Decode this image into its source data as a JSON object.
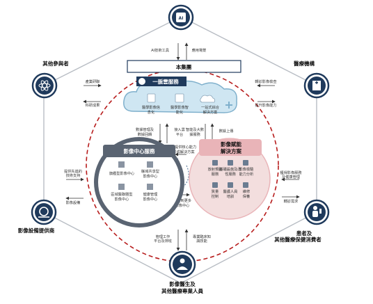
{
  "nodes": {
    "ai": {
      "line1": "",
      "line2": ""
    },
    "participants": {
      "line1": "其他參與者",
      "line2": ""
    },
    "medical": {
      "line1": "醫療機構",
      "line2": ""
    },
    "equipment": {
      "line1": "影像設備提供商",
      "line2": ""
    },
    "patients": {
      "line1": "患者及",
      "line2": "其他醫療保健消費者"
    },
    "doctors": {
      "line1": "影像醫生及",
      "line2": "其他醫療專業人員"
    }
  },
  "edges": {
    "ai_left": "AI技術工具",
    "ai_right": "應用場景",
    "part_1": "產業研聯",
    "part_2": "科研成果",
    "med_1": "轉診影像檢查",
    "med_2": "提升影像能力",
    "equip_1": "提供先進的",
    "equip_1b": "技術支持",
    "equip_2": "影像設備",
    "pat_1": "獲得影像服務",
    "pat_1b": "及健康管理",
    "pat_2": "轉診需求",
    "doc_1": "管理工作",
    "doc_1b": "平台及排班",
    "doc_2": "專業臨床知",
    "doc_2b": "識技能"
  },
  "group": {
    "title": "本集團"
  },
  "cloud": {
    "title": "一脈雲服務",
    "items": [
      {
        "line1": "醫學影像信",
        "line2": "息化"
      },
      {
        "line1": "醫學影像智",
        "line2": "能化"
      },
      {
        "line1": "一站式綜合",
        "line2": "解決方案"
      }
    ]
  },
  "flows": {
    "left_a1": "數據管理及",
    "left_a2": "數據回饋",
    "left_b1": "接入雲",
    "left_b2": "平台",
    "right_a1": "智能及大數",
    "right_a2": "據服務",
    "right_b1": "數據上傳",
    "mid_a1": "能提供核心能力",
    "mid_a2": "形成解決方案",
    "mid_b1": "複製到更多",
    "mid_b2": "影像中心"
  },
  "imaging_center": {
    "title": "影像中心服務",
    "items": [
      {
        "line1": "旗艦型影像中心",
        "line2": ""
      },
      {
        "line1": "縣域共享型",
        "line2": "影像中心"
      },
      {
        "line1": "區域醫聯體型",
        "line2": "影像中心"
      },
      {
        "line1": "健康管理",
        "line2": "影像中心"
      }
    ]
  },
  "solutions": {
    "title1": "影像賦能",
    "title2": "解決方案",
    "items": [
      {
        "line1": "放射規劃",
        "line2": "服務"
      },
      {
        "line1": "基礎設施及改",
        "line2": "性服務"
      },
      {
        "line1": "影像檢驗",
        "line2": "能力分析"
      },
      {
        "line1": "質量",
        "line2": "控制"
      },
      {
        "line1": "醫護人員",
        "line2": "培訓"
      },
      {
        "line1": "維修",
        "line2": "保養"
      }
    ]
  },
  "colors": {
    "navy": "#1f3a5c",
    "gray_fill": "#5a6472",
    "pink_fill": "#f3dede",
    "pink_header": "#e9b4b8",
    "dash_red": "#b71c1c",
    "cloud_blue": "#cfe6f2"
  }
}
